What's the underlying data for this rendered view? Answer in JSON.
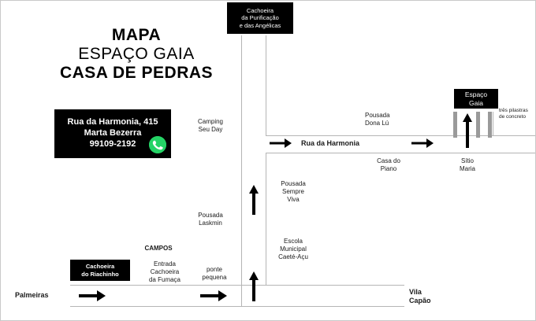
{
  "title": {
    "line1": "MAPA",
    "line2": "ESPAÇO GAIA",
    "line3": "CASA DE PEDRAS"
  },
  "contact": {
    "address": "Rua da Harmonia, 415",
    "name": "Marta Bezerra",
    "phone": "99109-2192",
    "icon": "whatsapp-icon",
    "icon_color": "#25D366"
  },
  "labels": {
    "cachoeira_purificacao": {
      "line1": "Cachoeira",
      "line2": "da Purificação",
      "line3": "e das Angélicas"
    },
    "espaco_gaia": {
      "line1": "Espaço",
      "line2": "Gaia"
    },
    "cachoeira_riachinho": {
      "line1": "Cachoeira",
      "line2": "do Riachinho"
    },
    "camping_seu_day": {
      "line1": "Camping",
      "line2": "Seu Day"
    },
    "pousada_dona_lu": {
      "line1": "Pousada",
      "line2": "Dona Lú"
    },
    "tres_pilastras": {
      "line1": "três pilastras",
      "line2": "de concreto"
    },
    "casa_do_piano": {
      "line1": "Casa do",
      "line2": "Piano"
    },
    "sitio_maria": {
      "line1": "Sítio",
      "line2": "Maria"
    },
    "pousada_sempre_viva": {
      "line1": "Pousada",
      "line2": "Sempre",
      "line3": "Viva"
    },
    "pousada_laskmin": {
      "line1": "Pousada",
      "line2": "Laskmin"
    },
    "escola_municipal": {
      "line1": "Escola",
      "line2": "Municipal",
      "line3": "Caeté-Açu"
    },
    "campos": "CAMPOS",
    "entrada_cachoeira_fumaca": {
      "line1": "Entrada",
      "line2": "Cachoeira",
      "line3": "da Fumaça"
    },
    "ponte_pequena": {
      "line1": "ponte",
      "line2": "pequena"
    },
    "palmeiras": "Palmeiras",
    "vila_capao": {
      "line1": "Vila",
      "line2": "Capão"
    },
    "rua_da_harmonia": "Rua da Harmonia"
  },
  "colors": {
    "road": "#b5b5b5",
    "pillar": "#9a9a9a",
    "box_bg": "#000000",
    "box_fg": "#ffffff",
    "text": "#1a1a1a"
  }
}
